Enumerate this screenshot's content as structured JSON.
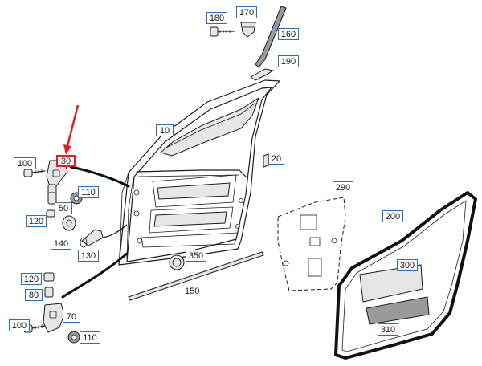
{
  "diagram": {
    "callouts": {
      "c180": "180",
      "c170": "170",
      "c160": "160",
      "c190": "190",
      "c10": "10",
      "c20": "20",
      "c30": "30",
      "c100a": "100",
      "c110a": "110",
      "c50": "50",
      "c120a": "120",
      "c140": "140",
      "c130": "130",
      "c350": "350",
      "c150": "150",
      "c290": "290",
      "c200": "200",
      "c300": "300",
      "c310": "310",
      "c120b": "120",
      "c80": "80",
      "c70": "70",
      "c100b": "100",
      "c110b": "110"
    },
    "highlight_color": "#e02020",
    "callout_border_color": "#2f6fae"
  }
}
